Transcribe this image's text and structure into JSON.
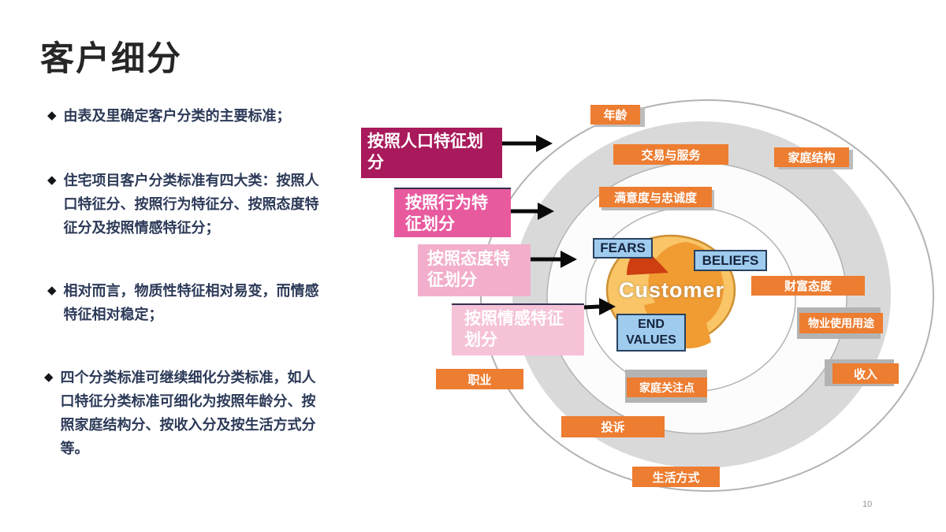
{
  "slide": {
    "title": "客户细分",
    "page_number": "10"
  },
  "bullets": [
    {
      "marker": "◆",
      "text": "由表及里确定客户分类的主要标准；"
    },
    {
      "marker": "◆",
      "text": "住宅项目客户分类标准有四大类：按照人口特征分、按照行为特征分、按照态度特征分及按照情感特征分；"
    },
    {
      "marker": "◆",
      "text": "相对而言，物质性特征相对易变，而情感特征相对稳定；"
    },
    {
      "marker": "◆",
      "text": "四个分类标准可继续细化分类标准，如人口特征分类标准可细化为按照年龄分、按照家庭结构分、按收入分及按生活方式分等。"
    }
  ],
  "diagram": {
    "center_label": "Customer",
    "blue_labels": {
      "fears": "FEARS",
      "beliefs": "BELIEFS",
      "end_values": "END VALUES"
    },
    "pink_labels": [
      {
        "text": "按照人口特征划分",
        "color": "#A81A5B"
      },
      {
        "text": "按照行为特征划分",
        "color": "#E85A9E"
      },
      {
        "text": "按照态度特征划分",
        "color": "#F2AECB"
      },
      {
        "text": "按照情感特征划分",
        "color": "#F5C2D7"
      }
    ],
    "orange_labels": [
      {
        "text": "年龄"
      },
      {
        "text": "交易与服务"
      },
      {
        "text": "家庭结构"
      },
      {
        "text": "满意度与忠诚度"
      },
      {
        "text": "财富态度"
      },
      {
        "text": "物业使用用途"
      },
      {
        "text": "收入"
      },
      {
        "text": "职业"
      },
      {
        "text": "家庭关注点"
      },
      {
        "text": "投诉"
      },
      {
        "text": "生活方式"
      }
    ],
    "colors": {
      "orange": "#ED7D31",
      "ring_gray": "#D9D9D9",
      "ring_stroke": "#B3B3B3",
      "blue_fill": "#9FCBEE",
      "blue_border": "#28425f",
      "center_fill": "#F9C567",
      "center_stroke": "#CE8F31",
      "head_orange": "#F09C33",
      "wedge_red": "#CD3E10",
      "pink_dark": "#A81A5B",
      "pink_mid": "#E85A9E",
      "pink_light": "#F2AECB",
      "pink_lighter": "#F5C2D7"
    }
  }
}
